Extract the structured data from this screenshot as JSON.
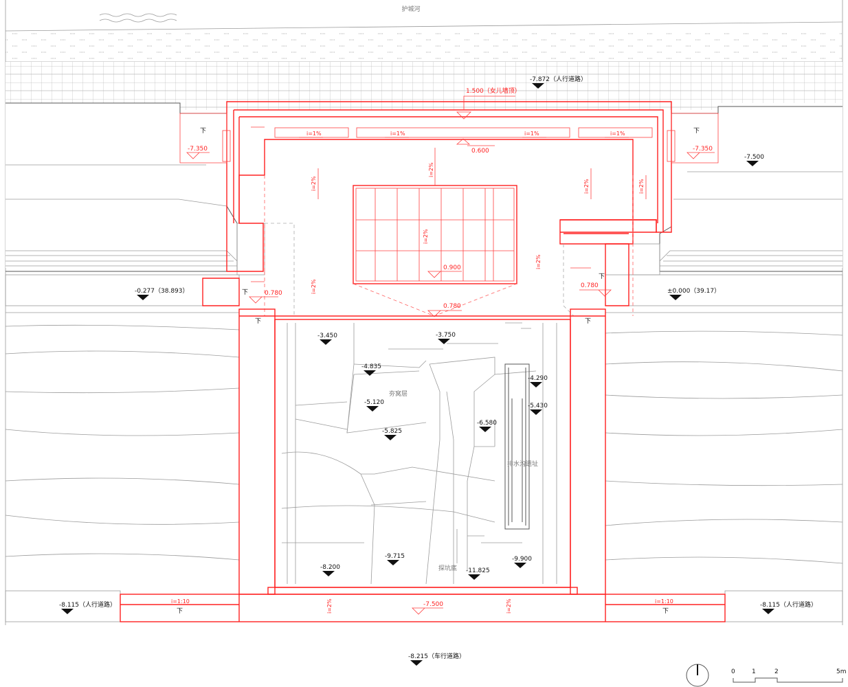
{
  "title_river": "护城河",
  "red_levels": {
    "parapet": "1.500（女儿墙顶）",
    "roof": "0.600",
    "skylight": "0.900",
    "entry_center": "0.780",
    "entry_left": "0.780",
    "entry_right": "0.780",
    "side_left": "-7.350",
    "side_right": "-7.350",
    "bottom_center": "-7.500"
  },
  "slopes": {
    "roof_1": "i=1%",
    "roof_2": "i=1%",
    "roof_3": "i=1%",
    "roof_4": "i=1%",
    "v_left_top": "i=2%",
    "v_center_top": "i=2%",
    "v_right_top": "i=2%",
    "v_far_right": "i=2%",
    "v_skylight": "i=2%",
    "v_right_low": "i=2%",
    "v_left_low": "i=2%",
    "bottom_left_ramp": "i=1:10",
    "bottom_right_ramp": "i=1:10",
    "bottom_v_left": "i=2%",
    "bottom_v_right": "i=2%"
  },
  "down_label": "下",
  "elevations": [
    {
      "label": "-7.872（人行道路）"
    },
    {
      "label": "-7.500"
    },
    {
      "label": "-0.277（38.893）"
    },
    {
      "label": "±0.000（39.17）"
    },
    {
      "label": "-3.450"
    },
    {
      "label": "-3.750"
    },
    {
      "label": "-4.835"
    },
    {
      "label": "-4.290"
    },
    {
      "label": "-5.120"
    },
    {
      "label": "-5.430"
    },
    {
      "label": "-5.825"
    },
    {
      "label": "-6.580"
    },
    {
      "label": "-8.200"
    },
    {
      "label": "-9.715"
    },
    {
      "label": "-11.825"
    },
    {
      "label": "-9.900"
    },
    {
      "label": "-8.115（人行道路）"
    },
    {
      "label": "-8.115（人行道路）"
    },
    {
      "label": "-8.215（车行道路）"
    }
  ],
  "area_labels": {
    "rammed_layer": "夯窝层",
    "drain_site": "排水沟遗址",
    "pit_bottom": "探坑底"
  },
  "scale_bar": {
    "ticks": [
      "0",
      "1",
      "2",
      "5m"
    ]
  },
  "colors": {
    "red": "#ff2020",
    "gray": "#9a9a9a"
  }
}
